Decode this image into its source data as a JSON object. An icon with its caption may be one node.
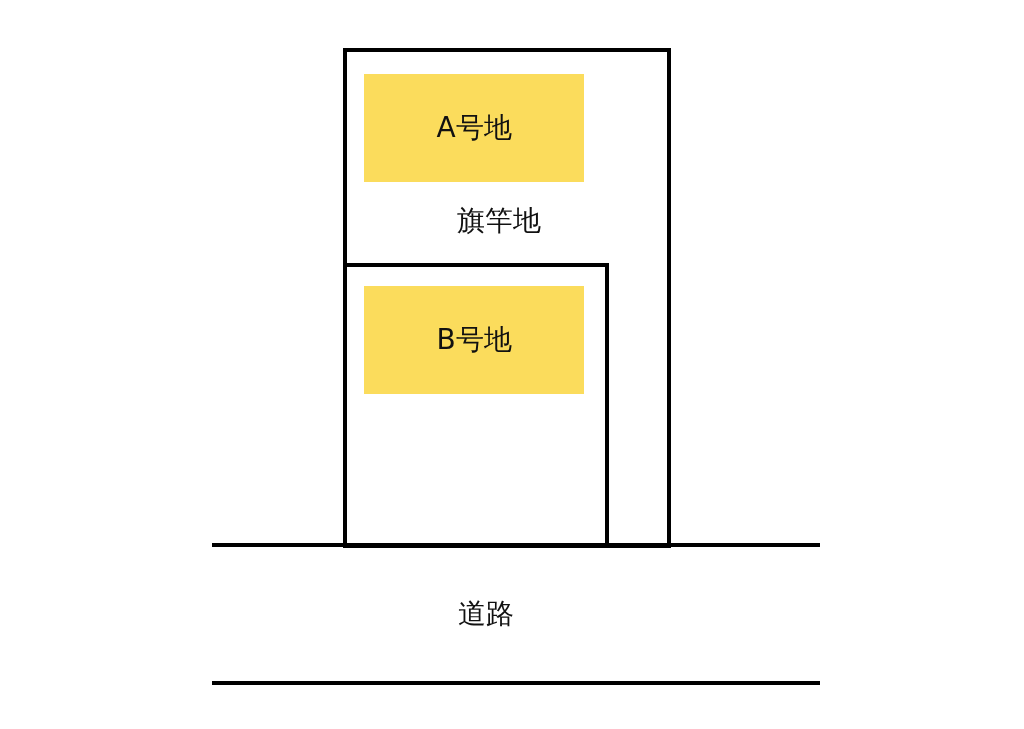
{
  "diagram": {
    "nodes": [
      {
        "text": [
          "旗竿地"
        ]
      },
      {
        "text": [
          "A号地"
        ],
        "in": 0
      },
      {
        "text": [],
        "shape": "box",
        "in": 0
      },
      {
        "text": [
          "B号地"
        ],
        "in": 2
      },
      {
        "text": [
          "道路"
        ]
      }
    ]
  }
}
